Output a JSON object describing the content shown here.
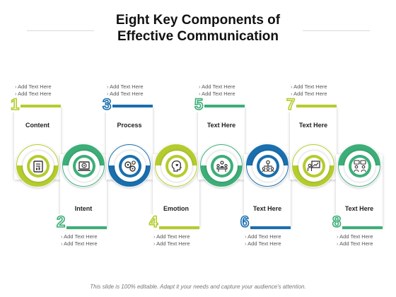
{
  "title": {
    "line1": "Eight Key Components of",
    "line2": "Effective Communication"
  },
  "colors": {
    "lime": "#b5cc2e",
    "green": "#3dae78",
    "blue": "#1a6fae",
    "shadow_text": "#555555"
  },
  "steps": [
    {
      "number": "1",
      "label": "Content",
      "icon": "document-chart-icon",
      "color": "#b5cc2e",
      "bullets": [
        "Add Text Here",
        "Add Text Here"
      ]
    },
    {
      "number": "2",
      "label": "Intent",
      "icon": "laptop-target-icon",
      "color": "#3dae78",
      "bullets": [
        "Add Text Here",
        "Add Text Here"
      ]
    },
    {
      "number": "3",
      "label": "Process",
      "icon": "gears-icon",
      "color": "#1a6fae",
      "bullets": [
        "Add Text Here",
        "Add Text Here"
      ]
    },
    {
      "number": "4",
      "label": "Emotion",
      "icon": "head-heart-icon",
      "color": "#b5cc2e",
      "bullets": [
        "Add Text Here",
        "Add Text Here"
      ]
    },
    {
      "number": "5",
      "label": "Text Here",
      "icon": "team-meeting-icon",
      "color": "#3dae78",
      "bullets": [
        "Add Text Here",
        "Add Text Here"
      ]
    },
    {
      "number": "6",
      "label": "Text Here",
      "icon": "network-users-icon",
      "color": "#1a6fae",
      "bullets": [
        "Add Text Here",
        "Add Text Here"
      ]
    },
    {
      "number": "7",
      "label": "Text Here",
      "icon": "presentation-chart-icon",
      "color": "#b5cc2e",
      "bullets": [
        "Add Text Here",
        "Add Text Here"
      ]
    },
    {
      "number": "8",
      "label": "Text Here",
      "icon": "group-chat-icon",
      "color": "#3dae78",
      "bullets": [
        "Add Text Here",
        "Add Text Here"
      ]
    }
  ],
  "footer": "This slide is 100% editable. Adapt it your needs and capture your audience's attention."
}
